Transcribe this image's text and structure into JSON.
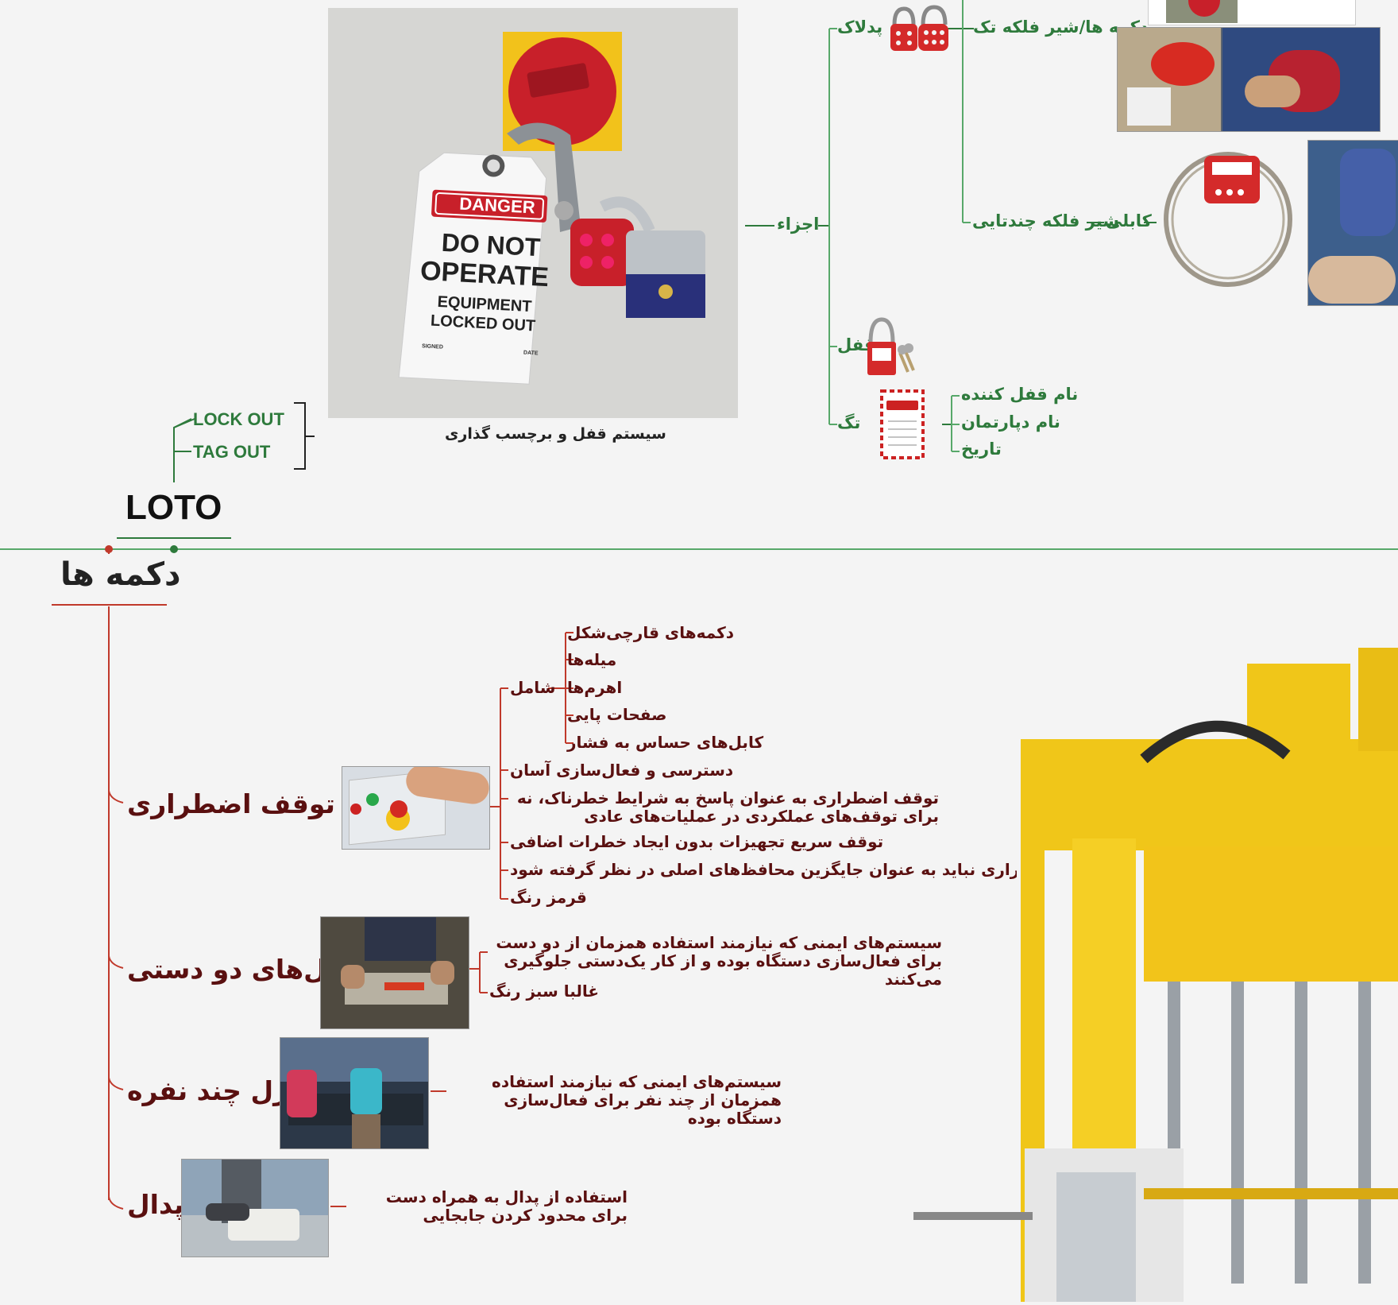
{
  "colors": {
    "green": "#2e7a3c",
    "red": "#c0392b",
    "text_dark_red": "#5a1010",
    "background": "#f4f4f4"
  },
  "loto": {
    "title": "LOTO",
    "lock_out": "LOCK OUT",
    "tag_out": "TAG OUT",
    "main_caption": "سیستم قفل و برچسب گذاری",
    "tag_lines": [
      "DANGER",
      "DO NOT",
      "OPERATE",
      "EQUIPMENT",
      "LOCKED OUT",
      "SIGNED",
      "DATE"
    ]
  },
  "components": {
    "label": "اجزاء",
    "padlak": "پدلاک",
    "lock": "قفل",
    "tag": "تگ",
    "single_valve": "دکمه ها/شیر فلکه تک",
    "cable": "کابلی",
    "multi_valve": "شیر فلکه چندتایی",
    "tag_fields": [
      "نام قفل کننده",
      "نام دپارتمان",
      "تاریخ"
    ]
  },
  "buttons": {
    "title": "دکمه ها",
    "emergency": {
      "label": "کنترل توقف اضطراری",
      "includes_label": "شامل",
      "includes": [
        "دکمه‌های قارچی‌شکل",
        "میله‌ها",
        "اهرم‌ها",
        "صفحات پایی",
        "کابل‌های حساس به فشار"
      ],
      "notes": [
        "دسترسی و فعال‌سازی آسان",
        "توقف اضطراری به عنوان پاسخ به شرایط خطرناک، نه برای توقف‌های عملکردی در عملیات‌های عادی",
        "توقف سریع تجهیزات بدون ایجاد خطرات اضافی",
        "توقف اضطراری نباید به عنوان جایگزین محافظ‌های اصلی در نظر گرفته شود",
        "قرمز رنگ"
      ]
    },
    "two_hand": {
      "label": "کنترل‌های دو دستی",
      "notes": [
        "سیستم‌های ایمنی که نیازمند استفاده همزمان از دو دست برای فعال‌سازی دستگاه بوده و از کار یک‌دستی جلوگیری می‌کنند",
        "غالبا سبز رنگ"
      ]
    },
    "multi_person": {
      "label": "کنترل چند نفره",
      "note": "سیستم‌های ایمنی که نیازمند استفاده همزمان از چند نفر برای فعال‌سازی دستگاه بوده"
    },
    "pedal": {
      "label": "پدال",
      "note": "استفاده از پدال به همراه دست برای محدود کردن جابجایی"
    }
  }
}
